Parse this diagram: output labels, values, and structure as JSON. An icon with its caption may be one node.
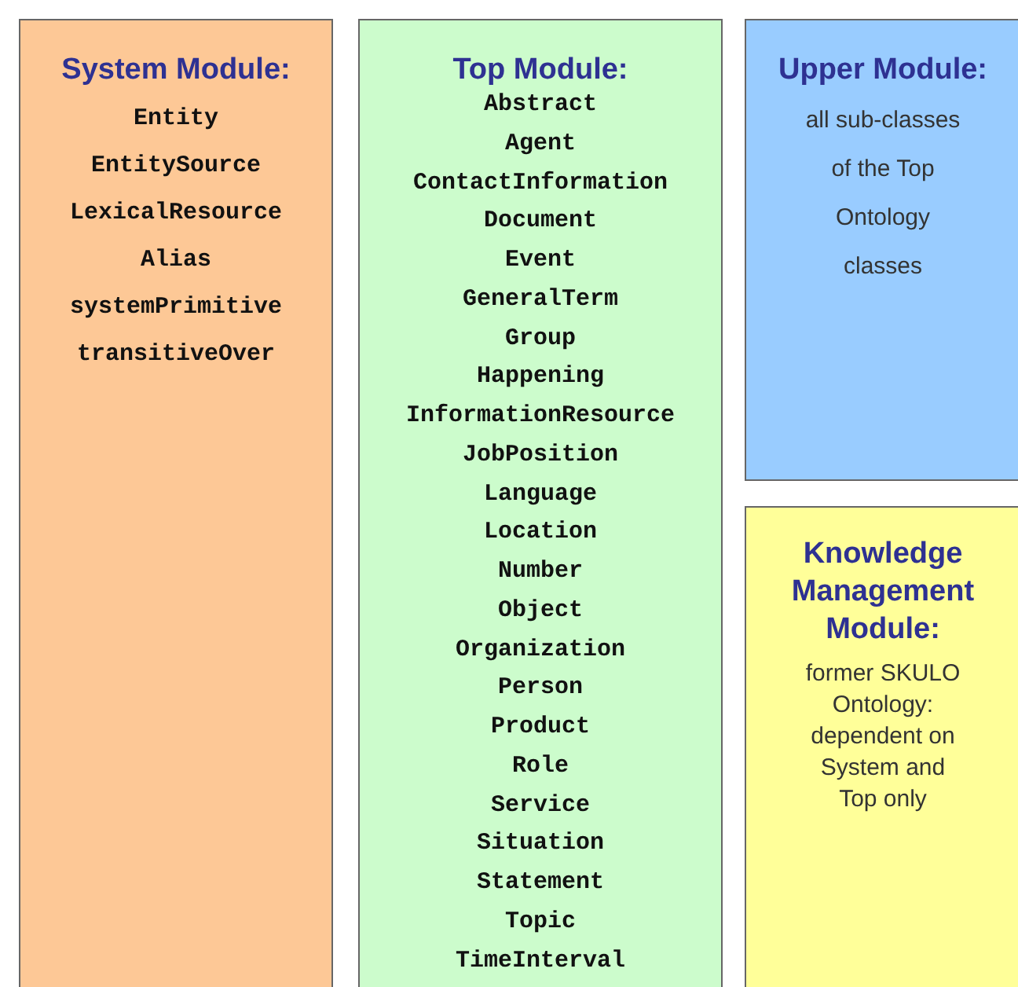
{
  "diagram": {
    "nodes": [
      {
        "text": [
          "System Module:",
          "Entity",
          "EntitySource",
          "LexicalResource",
          "Alias",
          "systemPrimitive",
          "transitiveOver"
        ]
      },
      {
        "text": [
          "Top Module:",
          "Abstract",
          "Agent",
          "ContactInformation",
          "Document",
          "Event",
          "GeneralTerm",
          "Group",
          "Happening",
          "InformationResource",
          "JobPosition",
          "Language",
          "Location",
          "Number",
          "Object",
          "Organization",
          "Person",
          "Product",
          "Role",
          "Service",
          "Situation",
          "Statement",
          "Topic",
          "TimeInterval"
        ]
      },
      {
        "text": [
          "Upper Module:",
          "all sub-classes of the Top Ontology classes"
        ]
      },
      {
        "text": [
          "Knowledge Management Module:",
          "former SKULO Ontology: dependent on System and Top only"
        ]
      }
    ]
  }
}
